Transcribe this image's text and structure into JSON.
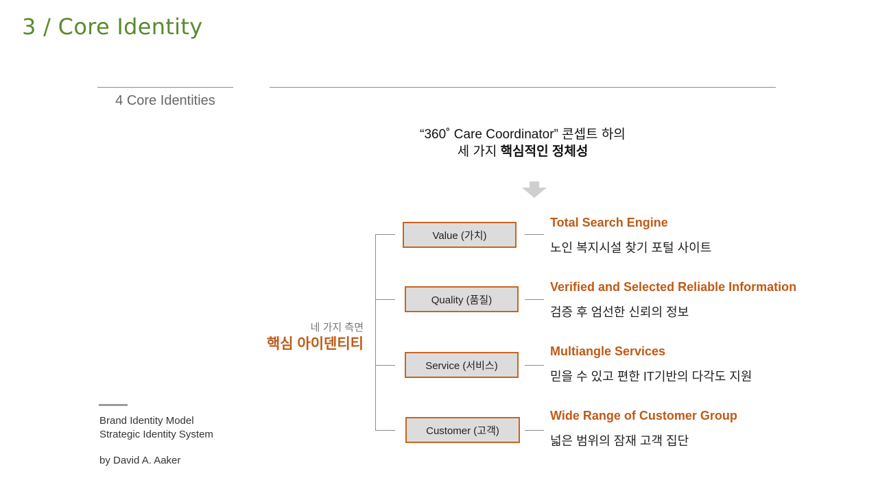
{
  "page": {
    "title": "3 / Core Identity"
  },
  "section": {
    "label": "4 Core Identities"
  },
  "concept": {
    "line1": "“360˚ Care Coordinator” 콘셉트 하의",
    "line2_prefix": "세 가지 ",
    "line2_bold": "핵심적인 정체성",
    "arrow_icon": "down-arrow-icon"
  },
  "aspect": {
    "subtitle": "네 가지 측면",
    "title": "핵심 아이덴티티"
  },
  "items": [
    {
      "box": "Value (가치)",
      "title": "Total Search Engine",
      "desc": "노인 복지시설 찾기 포털 사이트"
    },
    {
      "box": "Quality (품질)",
      "title": "Verified and Selected Reliable Information",
      "desc": "검증 후 엄선한 신뢰의 정보"
    },
    {
      "box": "Service (서비스)",
      "title": "Multiangle Services",
      "desc": "믿을 수 있고 편한 IT기반의 다각도 지원"
    },
    {
      "box": "Customer (고객)",
      "title": "Wide Range of Customer Group",
      "desc": "넓은 범위의 잠재 고객 집단"
    }
  ],
  "footer": {
    "line1": "Brand Identity Model",
    "line2": "Strategic Identity System",
    "author": "by David A. Aaker"
  },
  "colors": {
    "title_green": "#5a8a2e",
    "accent_orange": "#c05a16",
    "box_fill": "#dcdcdc",
    "box_border": "#c8641e"
  }
}
